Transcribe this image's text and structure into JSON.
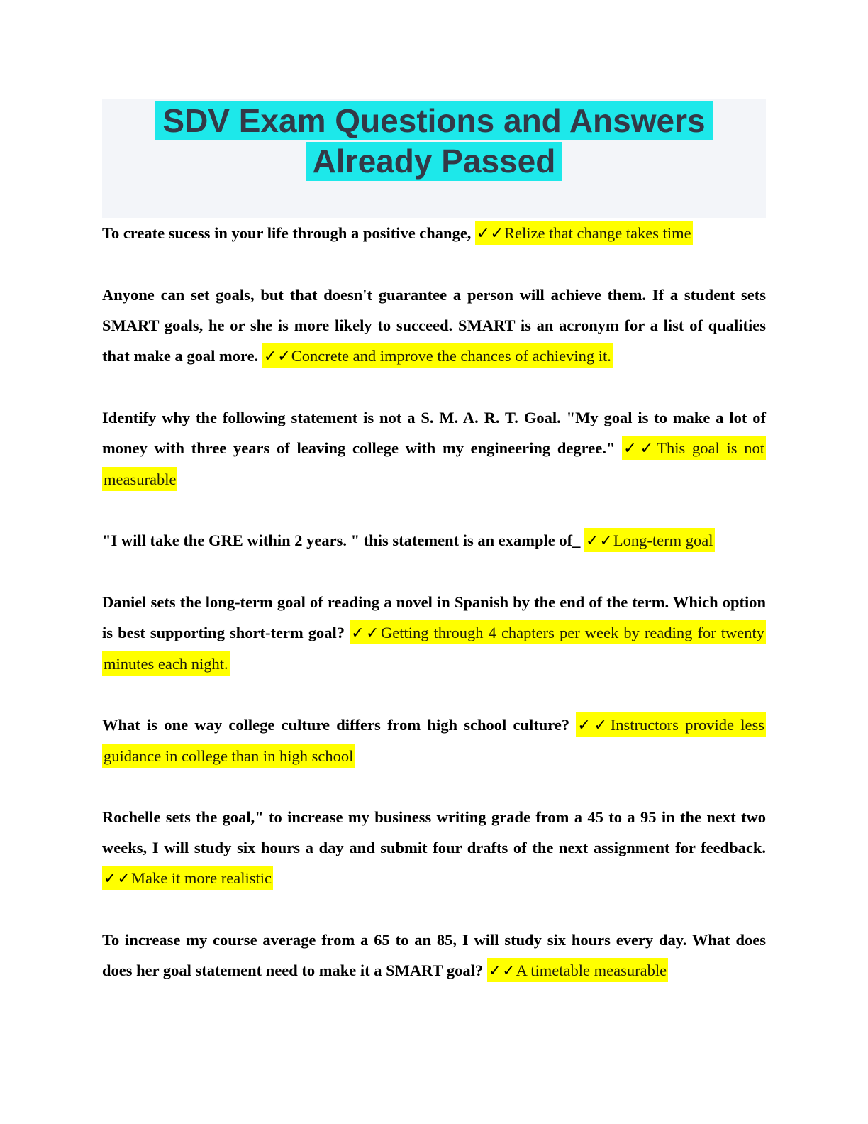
{
  "header": {
    "title_line1": "SDV Exam Questions and Answers",
    "title_line2": "Already Passed"
  },
  "checkmarks": "✓✓",
  "colors": {
    "cyan": "#1de8ea",
    "yellow": "#ffff00",
    "block_bg": "#f3f5f9",
    "title_ink": "#333947",
    "question_ink": "#000000",
    "answer_ink": "#1c1c08"
  },
  "qa_items": [
    {
      "question": "To create sucess in your life through a positive change, ",
      "answer": "Relize that change takes time"
    },
    {
      "question": "Anyone can set goals, but that doesn't guarantee a person will achieve them. If a student sets SMART goals, he or she is more likely to succeed. SMART is an acronym for a list of qualities that make a goal more. ",
      "answer": "Concrete and improve the chances of achieving it."
    },
    {
      "question": "Identify why the following statement is not a S. M. A. R. T. Goal. \"My goal is to make a lot of money with three years of leaving college with my engineering degree.\" ",
      "answer": "This goal is not measurable"
    },
    {
      "question": "\"I will take the GRE within 2 years. \" this statement is an example of_ ",
      "answer": "Long-term goal"
    },
    {
      "question": "Daniel sets the long-term goal of reading a novel in Spanish by the end of the term. Which option is best supporting short-term goal? ",
      "answer": "Getting through 4 chapters per week by reading for twenty minutes each night."
    },
    {
      "question": "What is one way college culture differs from high school culture? ",
      "answer": "Instructors provide less guidance in college than in high school"
    },
    {
      "question": "Rochelle sets the goal,\" to increase my business writing grade from a 45 to a 95 in the next two weeks, I will study six hours a day and submit four drafts of the next assignment for feedback. ",
      "answer": "Make it more realistic"
    },
    {
      "question": "To increase my course average from a 65 to an 85, I will study six hours every day. What does does her goal statement need to make it a SMART goal? ",
      "answer": "A timetable measurable"
    }
  ]
}
